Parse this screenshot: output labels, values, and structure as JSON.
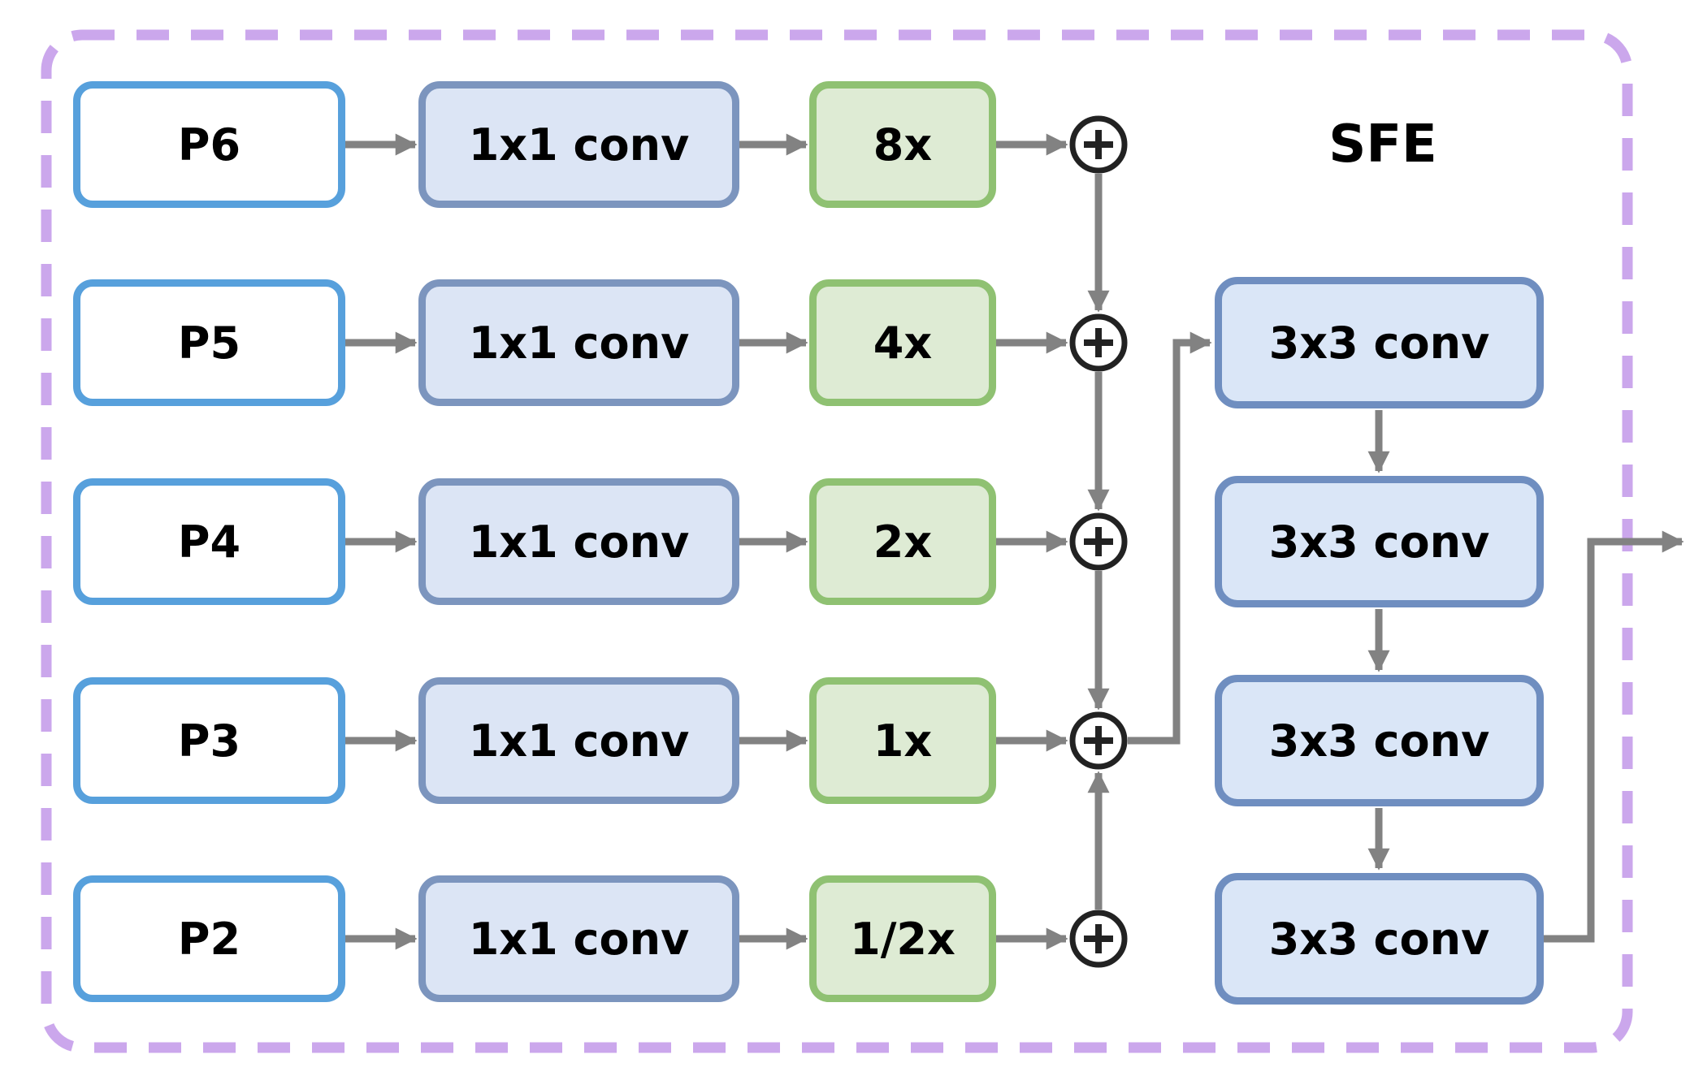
{
  "diagram": {
    "module_label": "SFE",
    "sum_operator": "+",
    "rows": [
      {
        "input": "P6",
        "conv": "1x1 conv",
        "scale": "8x"
      },
      {
        "input": "P5",
        "conv": "1x1 conv",
        "scale": "4x"
      },
      {
        "input": "P4",
        "conv": "1x1 conv",
        "scale": "2x"
      },
      {
        "input": "P3",
        "conv": "1x1 conv",
        "scale": "1x"
      },
      {
        "input": "P2",
        "conv": "1x1 conv",
        "scale": "1/2x"
      }
    ],
    "sfe_chain": [
      {
        "label": "3x3 conv"
      },
      {
        "label": "3x3 conv"
      },
      {
        "label": "3x3 conv"
      },
      {
        "label": "3x3 conv"
      }
    ],
    "colors": {
      "input_border": "#57A0DC",
      "conv1x1_fill": "#DCE5F5",
      "conv1x1_border": "#7C95BE",
      "scale_fill": "#DEEBD4",
      "scale_border": "#8FC172",
      "conv3x3_fill": "#DAE6F7",
      "conv3x3_border": "#6F8EC0",
      "arrow": "#828282",
      "sum_node": "#222222",
      "frame": "#CBA7EC"
    }
  }
}
